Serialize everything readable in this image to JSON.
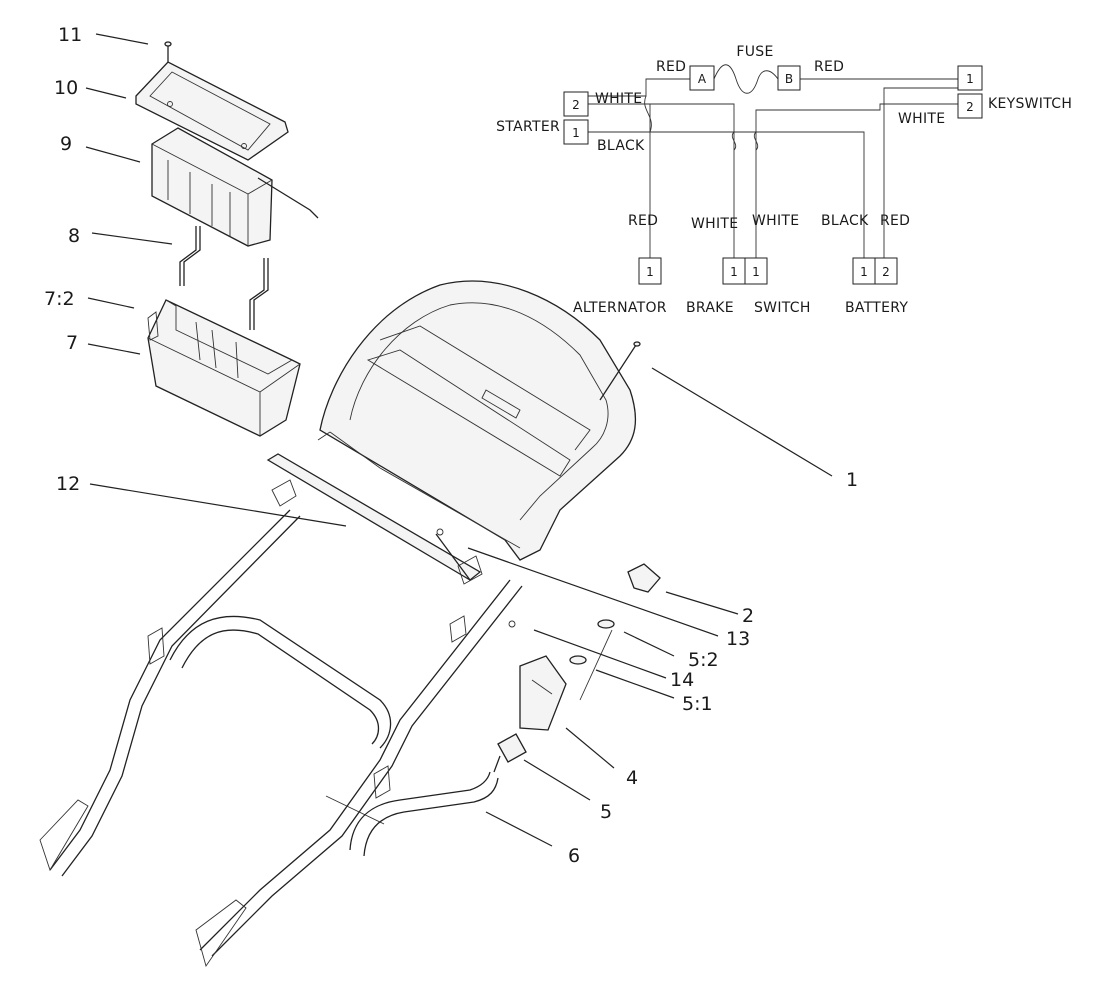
{
  "callouts": [
    {
      "id": "c11",
      "label": "11"
    },
    {
      "id": "c10",
      "label": "10"
    },
    {
      "id": "c9",
      "label": "9"
    },
    {
      "id": "c8",
      "label": "8"
    },
    {
      "id": "c7-2",
      "label": "7:2"
    },
    {
      "id": "c7",
      "label": "7"
    },
    {
      "id": "c12",
      "label": "12"
    },
    {
      "id": "c1",
      "label": "1"
    },
    {
      "id": "c2",
      "label": "2"
    },
    {
      "id": "c13",
      "label": "13"
    },
    {
      "id": "c5-2",
      "label": "5:2"
    },
    {
      "id": "c14",
      "label": "14"
    },
    {
      "id": "c5-1",
      "label": "5:1"
    },
    {
      "id": "c4",
      "label": "4"
    },
    {
      "id": "c5",
      "label": "5"
    },
    {
      "id": "c6",
      "label": "6"
    }
  ],
  "wiring": {
    "connectors": {
      "starter": {
        "name": "STARTER",
        "pins": [
          "2",
          "1"
        ]
      },
      "keyswitch": {
        "name": "KEYSWITCH",
        "pins": [
          "1",
          "2"
        ]
      },
      "fuse": {
        "name": "FUSE",
        "terminal_a": "A",
        "terminal_b": "B"
      },
      "alternator": {
        "name": "ALTERNATOR",
        "pins": [
          "1"
        ]
      },
      "brake": {
        "name": "BRAKE",
        "pins": [
          "1"
        ]
      },
      "switch": {
        "name": "SWITCH",
        "pins": [
          "1"
        ]
      },
      "battery": {
        "name": "BATTERY",
        "pins": [
          "1",
          "2"
        ]
      }
    },
    "wire_labels": {
      "red_to_fuse_a": "RED",
      "red_from_fuse_b": "RED",
      "white_starter": "WHITE",
      "black_starter": "BLACK",
      "white_keyswitch": "WHITE",
      "red_alternator": "RED",
      "white_brake": "WHITE",
      "white_switch": "WHITE",
      "black_battery": "BLACK",
      "red_battery": "RED"
    }
  }
}
